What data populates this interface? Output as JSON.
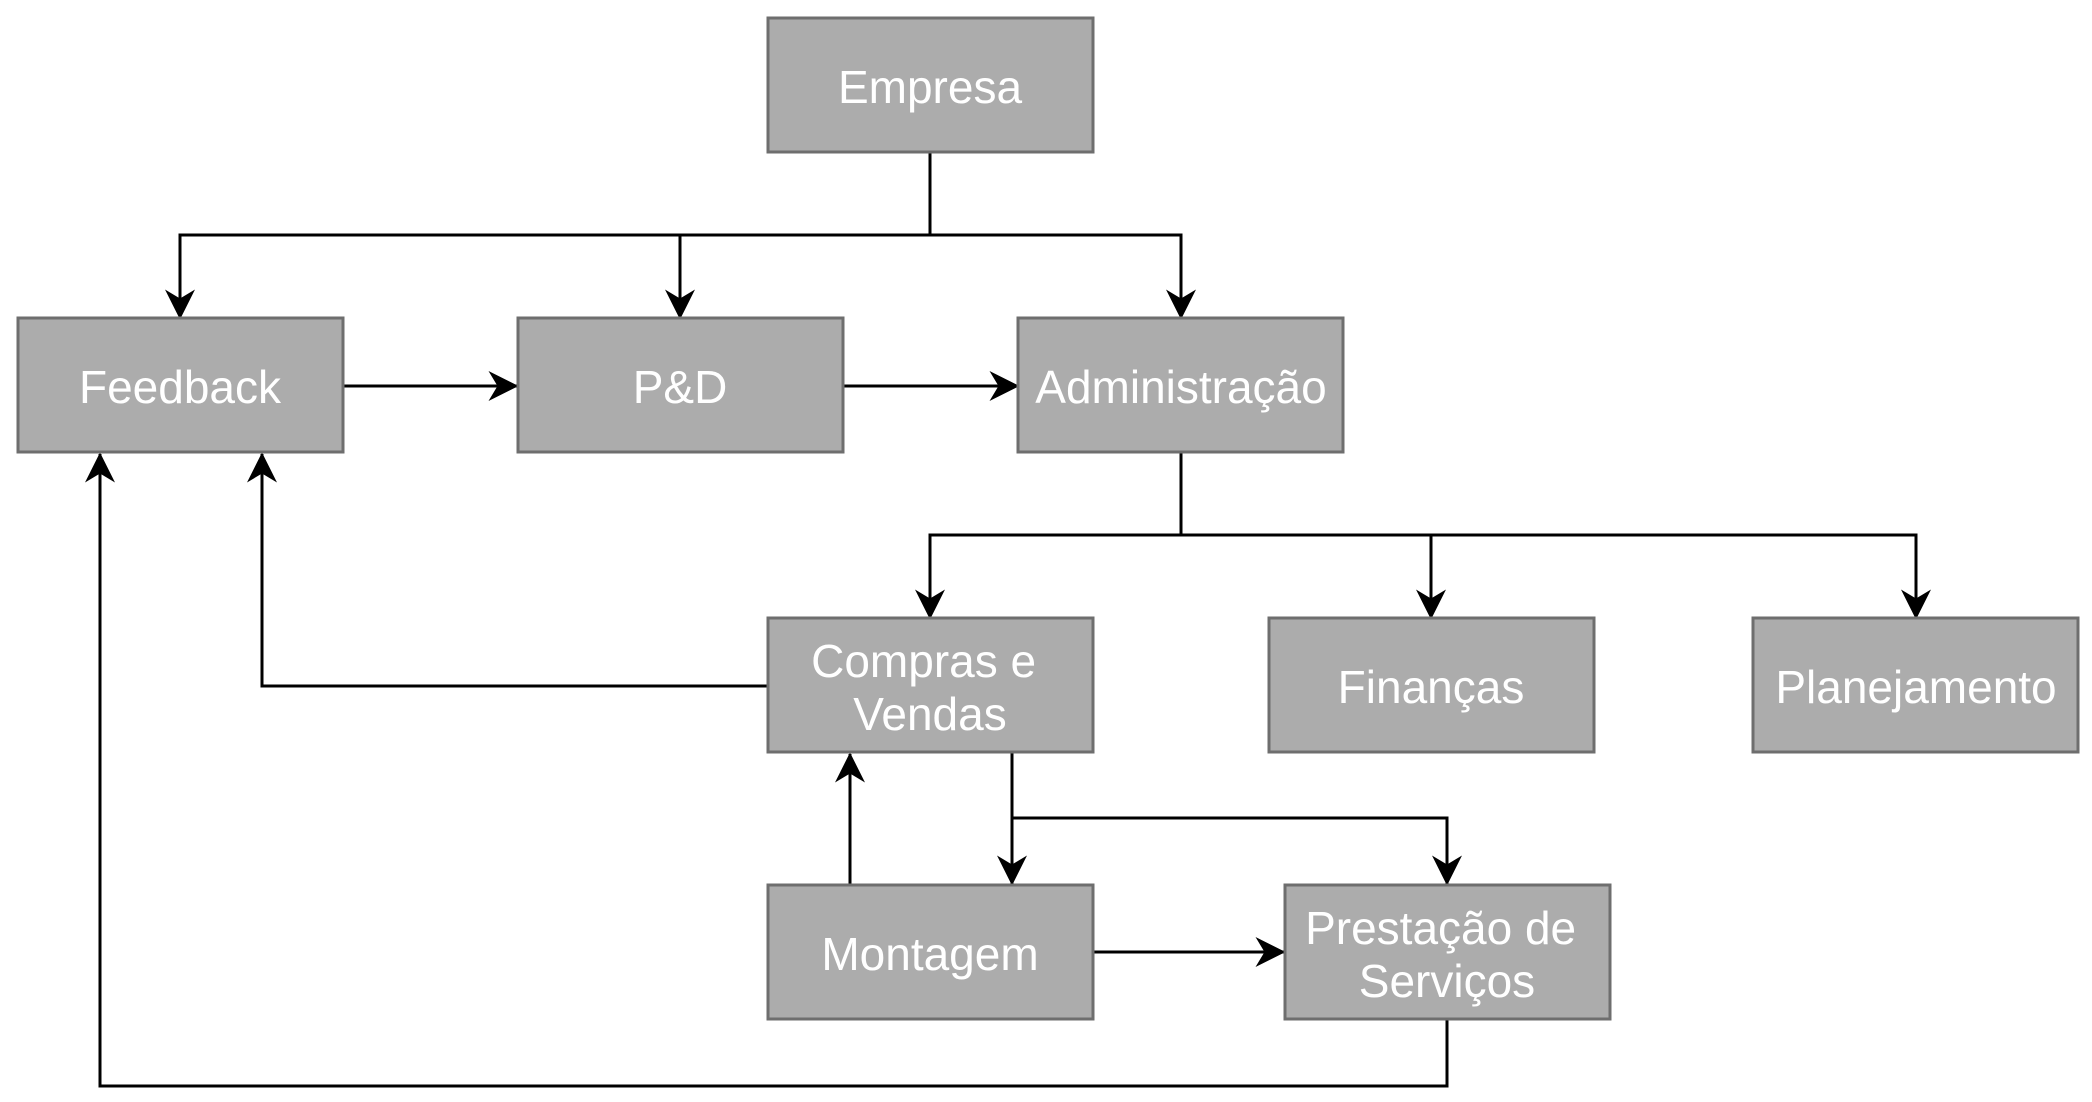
{
  "diagram": {
    "nodes": {
      "empresa": {
        "lines": [
          "Empresa"
        ]
      },
      "feedback": {
        "lines": [
          "Feedback"
        ]
      },
      "pd": {
        "lines": [
          "P&D"
        ]
      },
      "administracao": {
        "lines": [
          "Administração"
        ]
      },
      "compras_vendas": {
        "lines": [
          "Compras e",
          "Vendas"
        ]
      },
      "financas": {
        "lines": [
          "Finanças"
        ]
      },
      "planejamento": {
        "lines": [
          "Planejamento"
        ]
      },
      "montagem": {
        "lines": [
          "Montagem"
        ]
      },
      "prestacao_servicos": {
        "lines": [
          "Prestação de",
          "Serviços"
        ]
      }
    },
    "edges": [
      {
        "from": "empresa",
        "to": "feedback"
      },
      {
        "from": "empresa",
        "to": "pd"
      },
      {
        "from": "empresa",
        "to": "administracao"
      },
      {
        "from": "feedback",
        "to": "pd"
      },
      {
        "from": "pd",
        "to": "administracao"
      },
      {
        "from": "administracao",
        "to": "compras_vendas"
      },
      {
        "from": "administracao",
        "to": "financas"
      },
      {
        "from": "administracao",
        "to": "planejamento"
      },
      {
        "from": "compras_vendas",
        "to": "feedback"
      },
      {
        "from": "compras_vendas",
        "to": "montagem"
      },
      {
        "from": "compras_vendas",
        "to": "prestacao_servicos"
      },
      {
        "from": "montagem",
        "to": "compras_vendas"
      },
      {
        "from": "montagem",
        "to": "prestacao_servicos"
      },
      {
        "from": "prestacao_servicos",
        "to": "feedback"
      }
    ]
  }
}
